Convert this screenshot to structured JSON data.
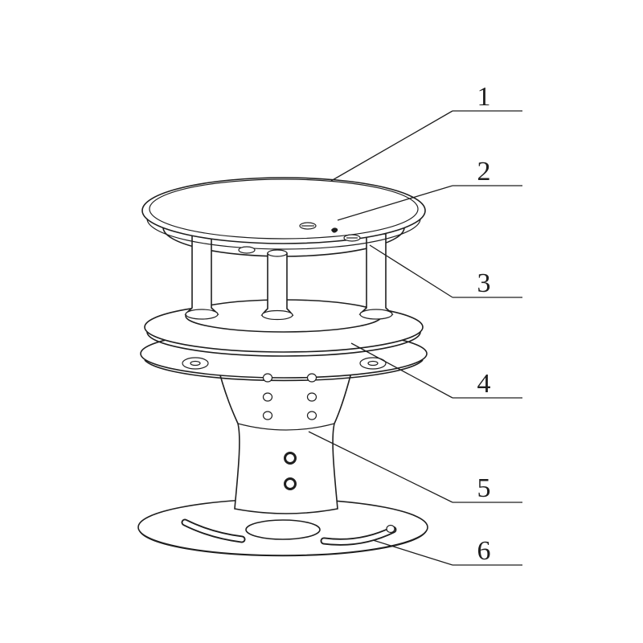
{
  "canvas": {
    "background": "#ffffff",
    "line_color": "#1f1f1f"
  },
  "callouts": [
    {
      "label": "1"
    },
    {
      "label": "2"
    },
    {
      "label": "3"
    },
    {
      "label": "4"
    },
    {
      "label": "5"
    },
    {
      "label": "6"
    }
  ]
}
